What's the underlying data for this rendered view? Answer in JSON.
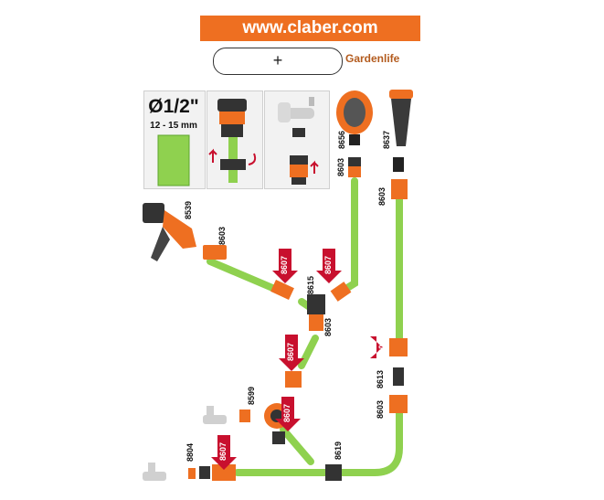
{
  "header": {
    "url": "www.claber.com",
    "hanger_symbol": "+",
    "brand": "Gardenlife"
  },
  "info": {
    "diameter": "Ø1/2\"",
    "range": "12 - 15 mm"
  },
  "arrow_label": "8607",
  "part_codes": [
    "8656",
    "8637",
    "8603",
    "8603",
    "8539",
    "8603",
    "8615",
    "8603",
    "8613",
    "8603",
    "8599",
    "8804",
    "8619"
  ],
  "colors": {
    "orange": "#ee6f21",
    "hose_green": "#8fd14f",
    "arrow_red": "#c8102e",
    "fitting_black": "#222222"
  }
}
